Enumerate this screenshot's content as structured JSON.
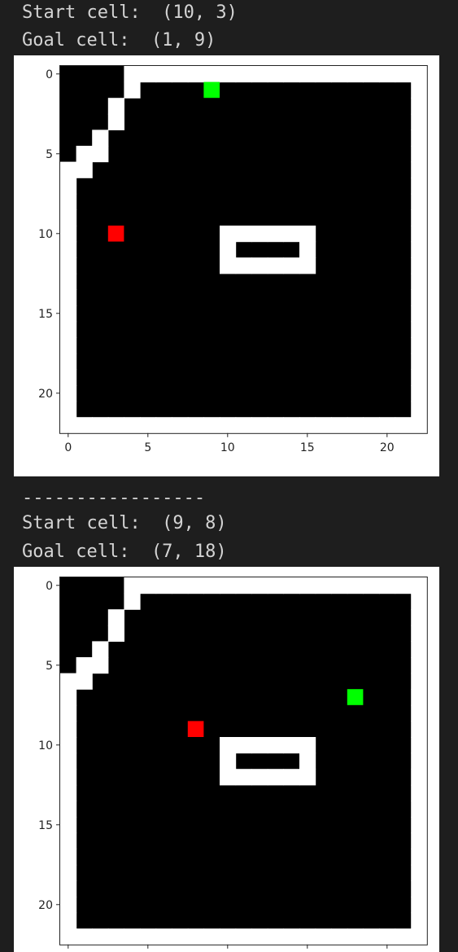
{
  "blocks": [
    {
      "start_text": "Start cell:  (10, 3)",
      "goal_text": "Goal cell:  (1, 9)",
      "start_cell": [
        10,
        3
      ],
      "goal_cell": [
        1,
        9
      ]
    },
    {
      "separator": "-----------------",
      "start_text": "Start cell:  (9, 8)",
      "goal_text": "Goal cell:  (7, 18)",
      "start_cell": [
        9,
        8
      ],
      "goal_cell": [
        7,
        18
      ]
    }
  ],
  "grid": {
    "rows": 23,
    "cols": 23,
    "x_ticks": [
      "0",
      "5",
      "10",
      "15",
      "20"
    ],
    "y_ticks": [
      "0",
      "5",
      "10",
      "15",
      "20"
    ]
  },
  "colors": {
    "wall": "#ffffff",
    "free": "#000000",
    "start": "#ff0000",
    "goal": "#00ff00"
  }
}
